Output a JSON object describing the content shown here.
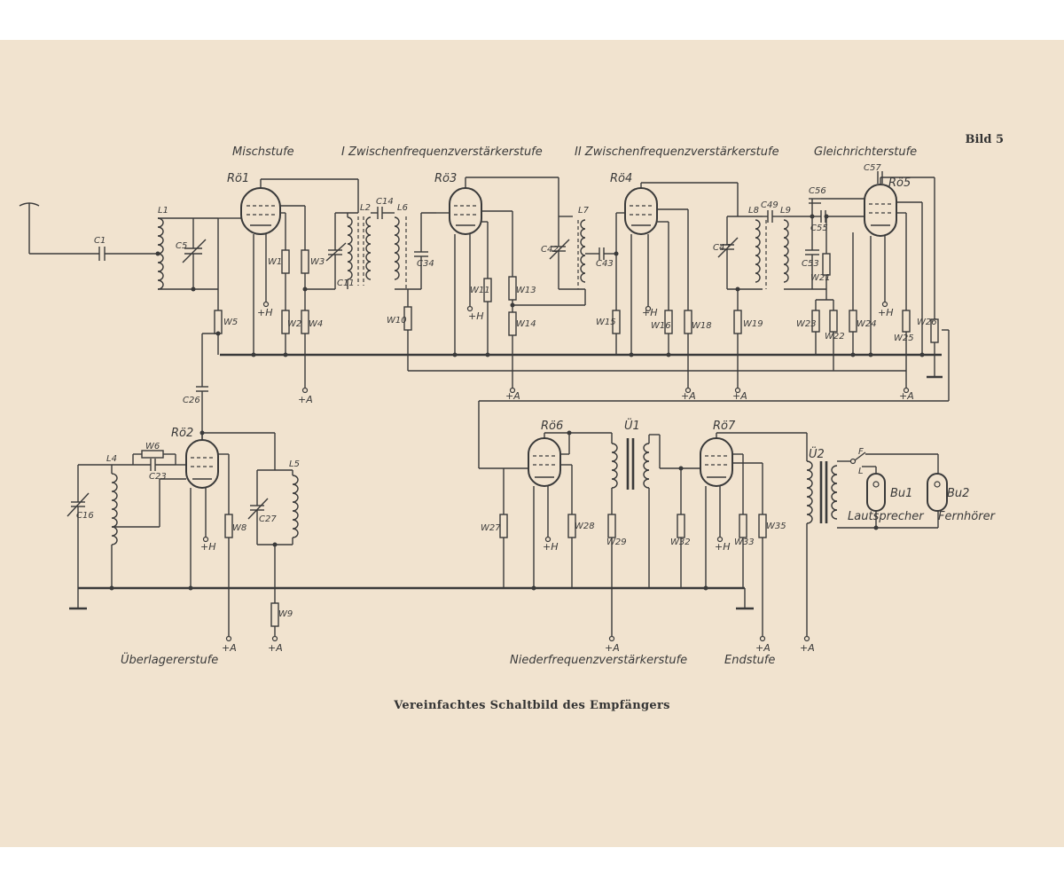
{
  "figure_number": "Bild 5",
  "caption": "Vereinfachtes Schaltbild des Empfängers",
  "stages": {
    "mixer": "Mischstufe",
    "if1": "I Zwischenfrequenzverstärkerstufe",
    "if2": "II Zwischenfrequenzverstärkerstufe",
    "rectifier": "Gleichrichterstufe",
    "oscillator": "Überlagererstufe",
    "af": "Niederfrequenzverstärkerstufe",
    "output": "Endstufe"
  },
  "tubes": [
    "Rö1",
    "Rö2",
    "Rö3",
    "Rö4",
    "Rö5",
    "Rö6",
    "Rö7"
  ],
  "coils": [
    "L1",
    "L2",
    "L4",
    "L5",
    "L6",
    "L7",
    "L8",
    "L9"
  ],
  "transformers": [
    "Ü1",
    "Ü2"
  ],
  "capacitors": [
    "C1",
    "C5",
    "C11",
    "C14",
    "C16",
    "C23",
    "C26",
    "C27",
    "C34",
    "C42",
    "C43",
    "C47",
    "C49",
    "C53",
    "C55",
    "C56",
    "C57"
  ],
  "resistors": [
    "W1",
    "W2",
    "W3",
    "W4",
    "W5",
    "W6",
    "W8",
    "W9",
    "W10",
    "W11",
    "W13",
    "W14",
    "W15",
    "W16",
    "W18",
    "W19",
    "W21",
    "W22",
    "W23",
    "W24",
    "W25",
    "W26",
    "W27",
    "W28",
    "W29",
    "W32",
    "W33",
    "W35"
  ],
  "supplies": {
    "heater": "+H",
    "anode": "+A"
  },
  "outputs": {
    "bu1": "Bu1",
    "bu2": "Bu2",
    "speaker": "Lautsprecher",
    "headphone": "Fernhörer",
    "switch_f": "F",
    "switch_l": "L"
  }
}
